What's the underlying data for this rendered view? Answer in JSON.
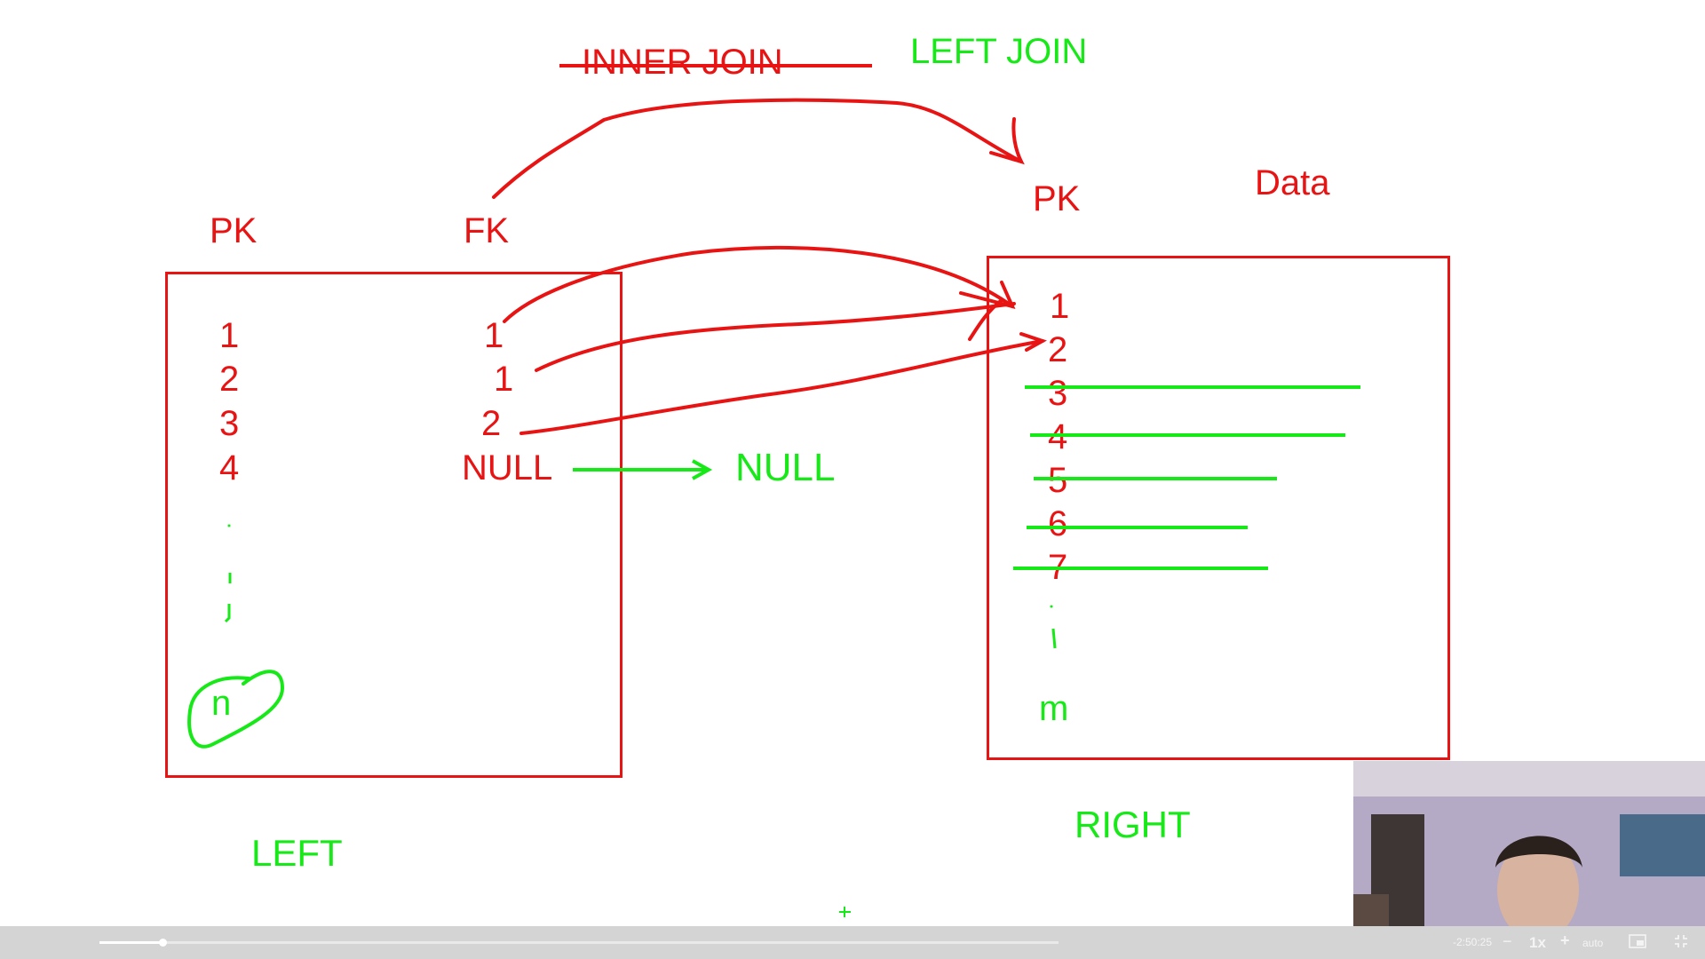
{
  "whiteboard": {
    "title_crossed": "INNER JOIN",
    "title_active": "LEFT JOIN",
    "left_table": {
      "pk_header": "PK",
      "fk_header": "FK",
      "pk_values": [
        "1",
        "2",
        "3",
        "4"
      ],
      "fk_values": [
        "1",
        "1",
        "2",
        "NULL"
      ],
      "last_row": "n",
      "label": "LEFT"
    },
    "null_result": "NULL",
    "right_table": {
      "pk_header": "PK",
      "data_header": "Data",
      "pk_values": [
        "1",
        "2",
        "3",
        "4",
        "5",
        "6",
        "7"
      ],
      "last_row": "m",
      "label": "RIGHT"
    },
    "colors": {
      "red": "#e81414",
      "green": "#17e817"
    }
  },
  "player": {
    "time_remaining": "-2:50:25",
    "speed": "1x",
    "quality": "auto",
    "progress_fraction": 0.066,
    "icons": {
      "play_pause": "pause-icon",
      "volume": "volume-icon",
      "speed_decrease": "minus-icon",
      "speed_increase": "plus-icon",
      "pip": "picture-in-picture-icon",
      "fullscreen": "exit-fullscreen-icon"
    }
  }
}
